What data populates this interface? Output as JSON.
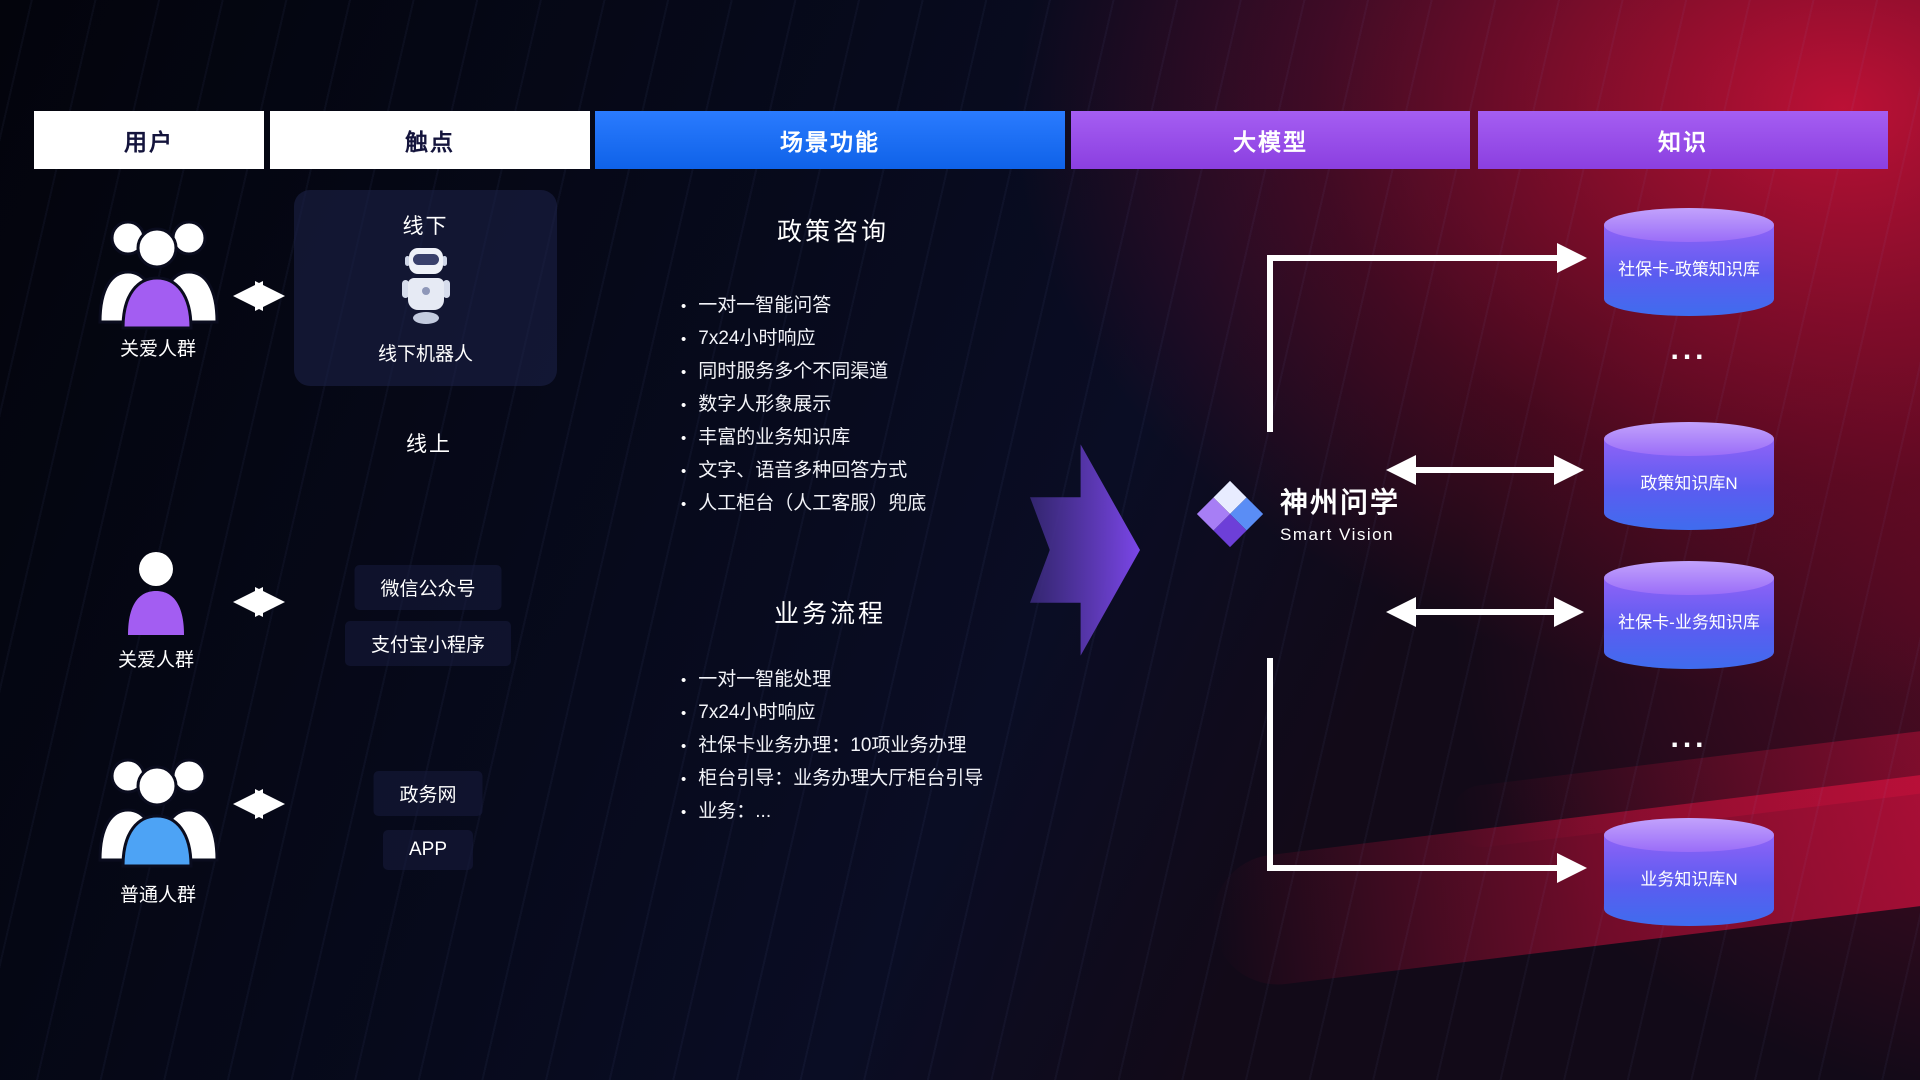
{
  "header": {
    "columns": [
      {
        "label": "用户"
      },
      {
        "label": "触点"
      },
      {
        "label": "场景功能"
      },
      {
        "label": "大模型"
      },
      {
        "label": "知识"
      }
    ]
  },
  "users": {
    "groups": [
      {
        "label": "关爱人群"
      },
      {
        "label": "关爱人群"
      },
      {
        "label": "普通人群"
      }
    ]
  },
  "touchpoints": {
    "offline_title": "线下",
    "offline_robot_label": "线下机器人",
    "online_title": "线上",
    "items": [
      {
        "label": "微信公众号"
      },
      {
        "label": "支付宝小程序"
      },
      {
        "label": "政务网"
      },
      {
        "label": "APP"
      }
    ]
  },
  "scenes": [
    {
      "title": "政策咨询",
      "items": [
        "一对一智能问答",
        "7x24小时响应",
        "同时服务多个不同渠道",
        "数字人形象展示",
        "丰富的业务知识库",
        "文字、语音多种回答方式",
        "人工柜台（人工客服）兜底"
      ]
    },
    {
      "title": "业务流程",
      "items": [
        "一对一智能处理",
        "7x24小时响应",
        "社保卡业务办理：10项业务办理",
        "柜台引导：业务办理大厅柜台引导",
        "业务：..."
      ]
    }
  ],
  "model": {
    "name": "神州问学",
    "subtitle": "Smart Vision"
  },
  "knowledge": {
    "items": [
      {
        "type": "cylinder",
        "label": "社保卡-政策知识库"
      },
      {
        "type": "dots",
        "label": "..."
      },
      {
        "type": "cylinder",
        "label": "政策知识库N"
      },
      {
        "type": "cylinder",
        "label": "社保卡-业务知识库"
      },
      {
        "type": "dots",
        "label": "..."
      },
      {
        "type": "cylinder",
        "label": "业务知识库N"
      }
    ]
  },
  "colors": {
    "header_blue": "#1472f0",
    "header_purple": "#9a4fe8",
    "cylinder_top": "#b18bfa",
    "cylinder_bottom": "#3f6cee",
    "flow_arrow_purple": "#7b46e8",
    "background_red": "#c8102e",
    "person_purple": "#a35df2",
    "person_blue": "#4da3f5"
  }
}
